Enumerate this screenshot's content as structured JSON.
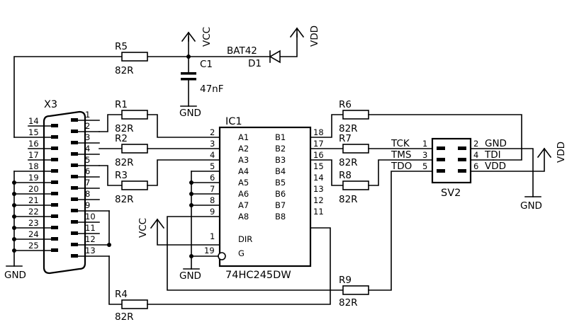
{
  "title": "",
  "power": {
    "vcc": "VCC",
    "vdd": "VDD",
    "gnd": "GND"
  },
  "r5": {
    "name": "R5",
    "value": "82R"
  },
  "c1": {
    "name": "C1",
    "value": "47nF"
  },
  "d1": {
    "name": "D1",
    "part": "BAT42"
  },
  "r1": {
    "name": "R1",
    "value": "82R"
  },
  "r2": {
    "name": "R2",
    "value": "82R"
  },
  "r3": {
    "name": "R3",
    "value": "82R"
  },
  "r4": {
    "name": "R4",
    "value": "82R"
  },
  "r6": {
    "name": "R6",
    "value": "82R"
  },
  "r7": {
    "name": "R7",
    "value": "82R"
  },
  "r8": {
    "name": "R8",
    "value": "82R"
  },
  "r9": {
    "name": "R9",
    "value": "82R"
  },
  "x3": {
    "name": "X3",
    "left_pins": [
      "14",
      "15",
      "16",
      "17",
      "18",
      "19",
      "20",
      "21",
      "22",
      "23",
      "24",
      "25"
    ],
    "right_pins": [
      "1",
      "2",
      "3",
      "4",
      "5",
      "6",
      "7",
      "8",
      "9",
      "10",
      "11",
      "12",
      "13"
    ]
  },
  "ic1": {
    "name": "IC1",
    "part": "74HC245DW",
    "a_labels": [
      "A1",
      "A2",
      "A3",
      "A4",
      "A5",
      "A6",
      "A7",
      "A8"
    ],
    "a_pins": [
      "2",
      "3",
      "4",
      "5",
      "6",
      "7",
      "8",
      "9"
    ],
    "b_labels": [
      "B1",
      "B2",
      "B3",
      "B4",
      "B5",
      "B6",
      "B7",
      "B8"
    ],
    "b_pins": [
      "18",
      "17",
      "16",
      "15",
      "14",
      "13",
      "12",
      "11"
    ],
    "dir_label": "DIR",
    "dir_pin": "1",
    "g_label": "G",
    "g_pin": "19"
  },
  "sv2": {
    "name": "SV2",
    "left_labels": [
      "TCK",
      "TMS",
      "TDO"
    ],
    "left_pins": [
      "1",
      "3",
      "5"
    ],
    "right_pins": [
      "2",
      "4",
      "6"
    ],
    "right_labels": [
      "GND",
      "TDI",
      "VDD"
    ]
  }
}
